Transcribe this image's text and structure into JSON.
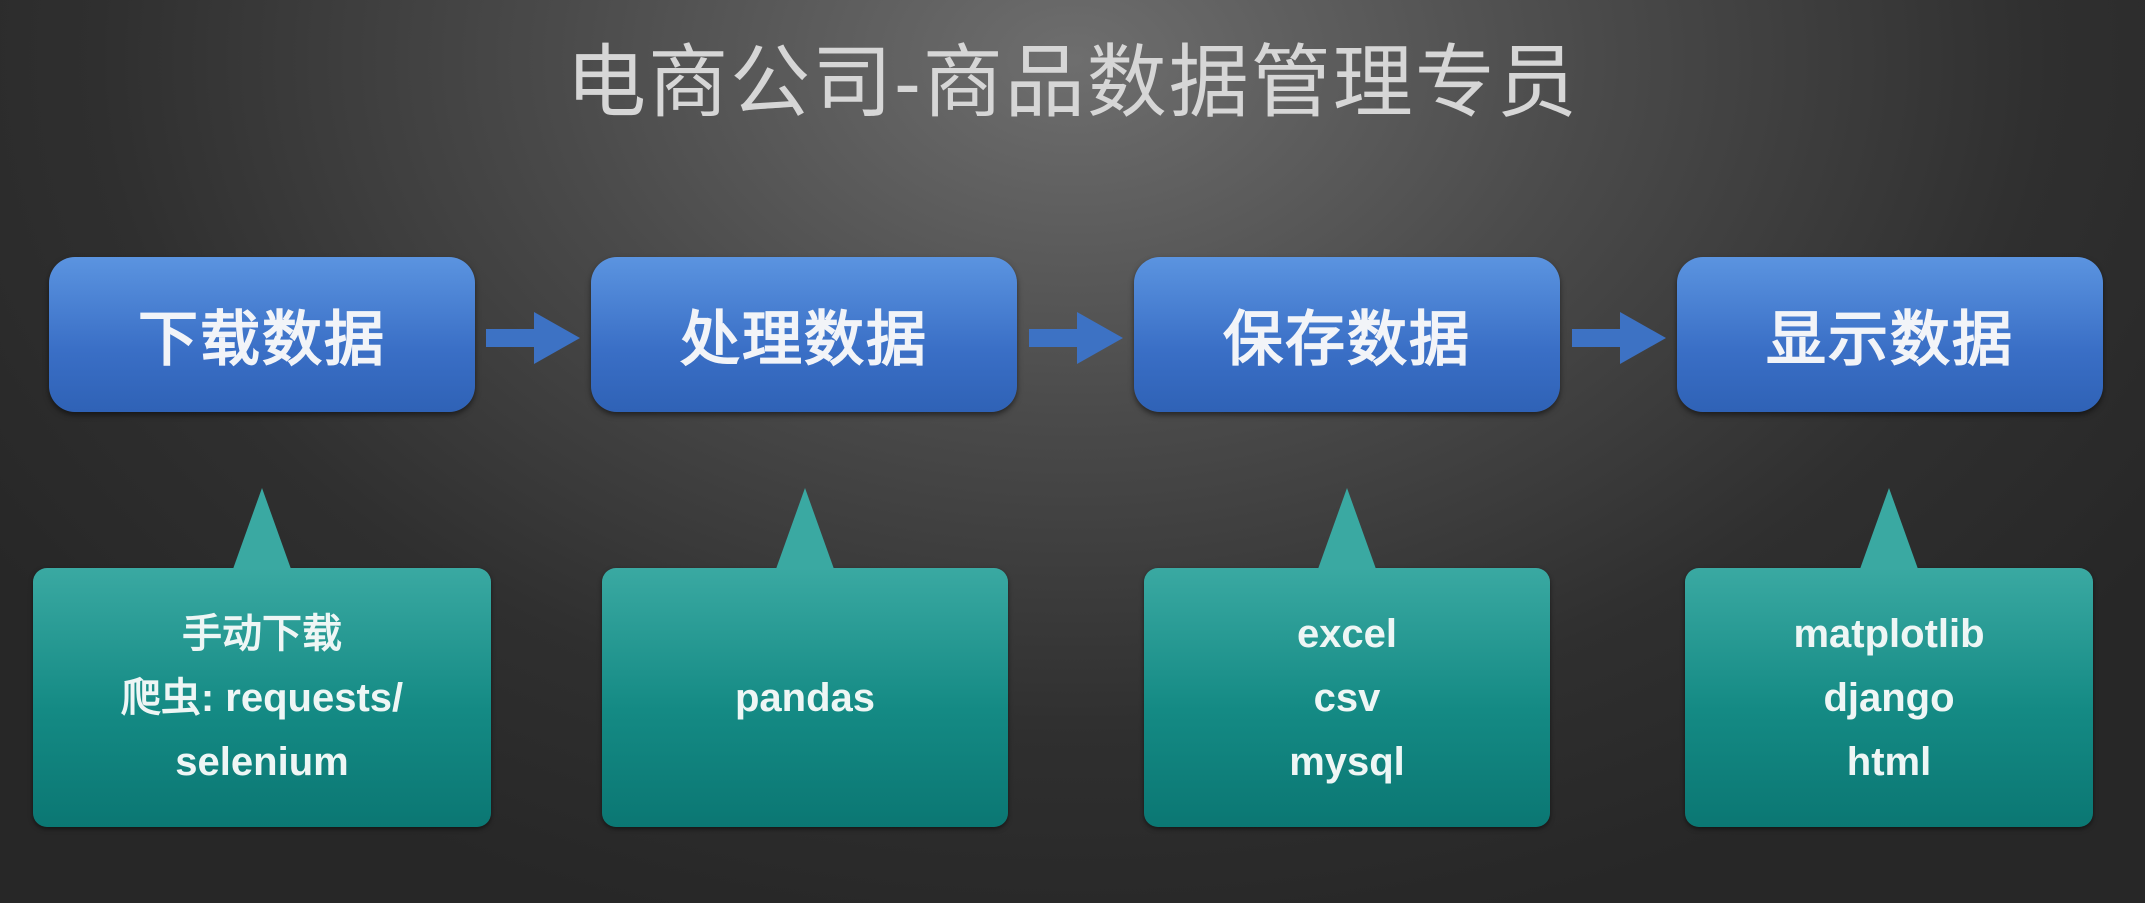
{
  "title": "电商公司-商品数据管理专员",
  "steps": [
    {
      "label": "下载数据",
      "details": [
        "手动下载",
        "爬虫: requests/",
        "selenium"
      ]
    },
    {
      "label": "处理数据",
      "details": [
        "pandas"
      ]
    },
    {
      "label": "保存数据",
      "details": [
        "excel",
        "csv",
        "mysql"
      ]
    },
    {
      "label": "显示数据",
      "details": [
        "matplotlib",
        "django",
        "html"
      ]
    }
  ],
  "colors": {
    "step": "#3a6fc6",
    "callout": "#148a84",
    "background": "#2f2f2f"
  }
}
